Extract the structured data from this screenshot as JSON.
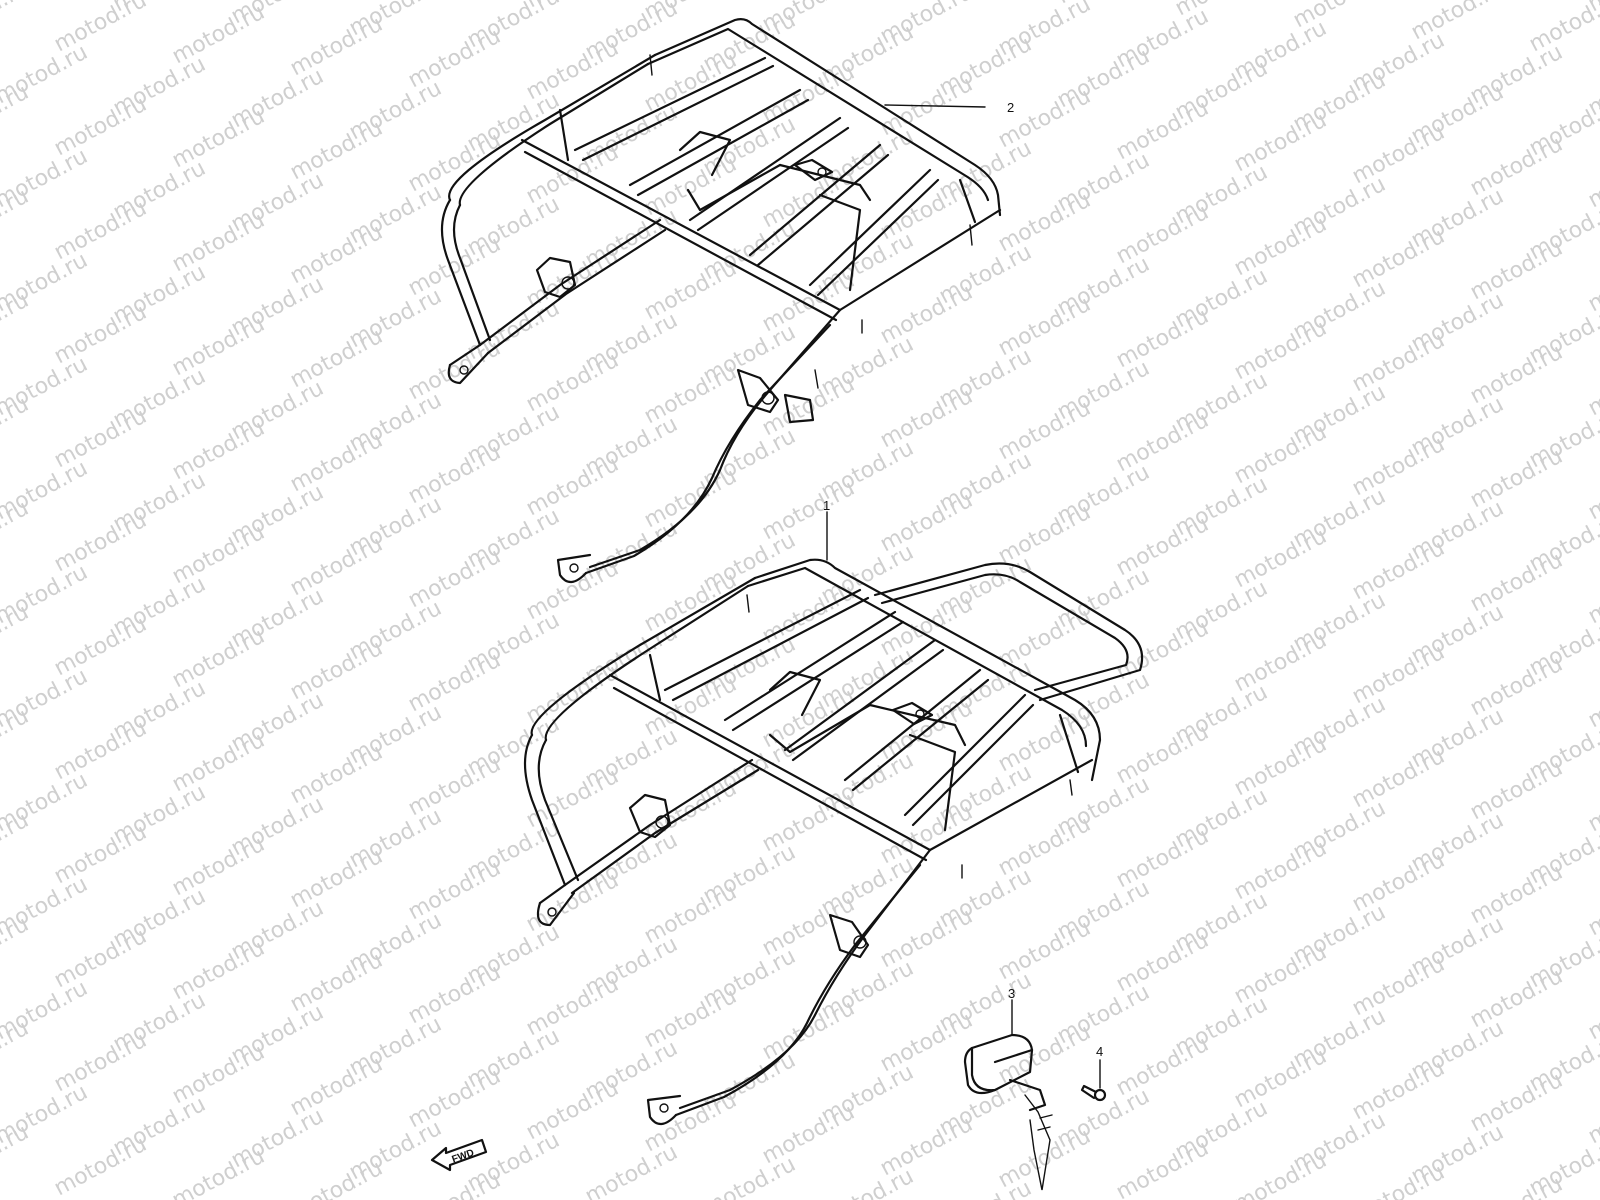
{
  "watermark": {
    "text": "motod.ru",
    "color": "#cfcfcf"
  },
  "callouts": [
    {
      "number": "1",
      "part": "carrier-rack-lower"
    },
    {
      "number": "2",
      "part": "carrier-rack-upper"
    },
    {
      "number": "3",
      "part": "lock-assembly"
    },
    {
      "number": "4",
      "part": "bolt"
    }
  ],
  "direction_badge": {
    "text": "FWD",
    "icon": "fwd-arrow-icon"
  },
  "colors": {
    "line": "#111111",
    "background": "#ffffff"
  }
}
